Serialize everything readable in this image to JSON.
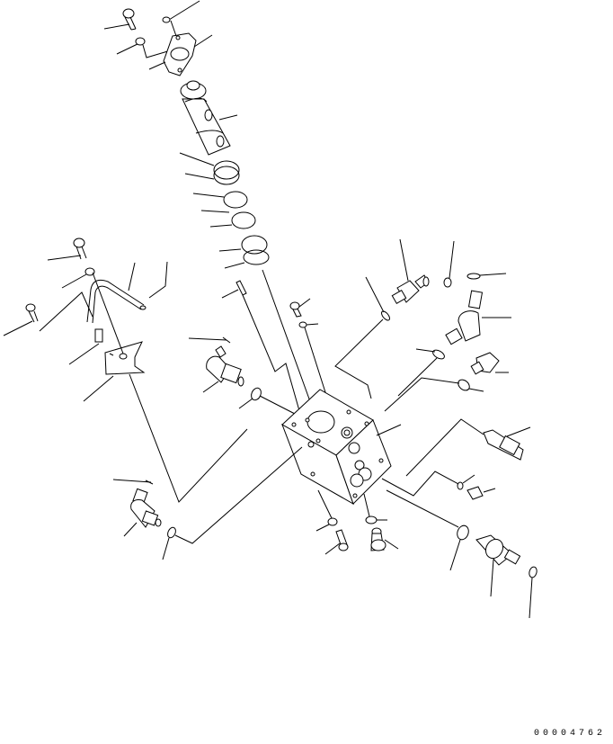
{
  "diagram": {
    "type": "exploded-parts-view",
    "subject": "hydraulic valve block assembly with fittings",
    "reference_number": "00004762",
    "line_color": "#000000",
    "background_color": "#ffffff"
  }
}
